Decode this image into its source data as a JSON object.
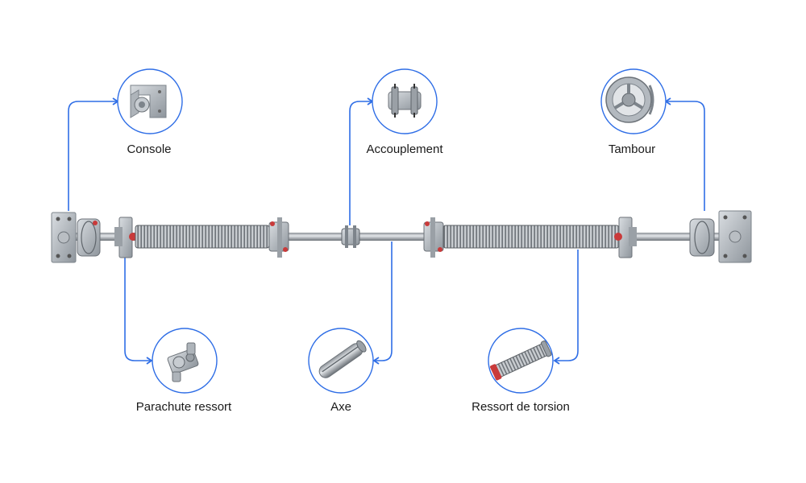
{
  "accent_color": "#2f6ee6",
  "components": [
    {
      "id": "console",
      "label": "Console",
      "icon": "bracket-plate-icon"
    },
    {
      "id": "accouplement",
      "label": "Accouplement",
      "icon": "coupling-icon"
    },
    {
      "id": "tambour",
      "label": "Tambour",
      "icon": "cable-drum-icon"
    },
    {
      "id": "parachute",
      "label": "Parachute ressort",
      "icon": "safety-clamp-icon"
    },
    {
      "id": "axe",
      "label": "Axe",
      "icon": "keyed-shaft-icon"
    },
    {
      "id": "ressort",
      "label": "Ressort de torsion",
      "icon": "torsion-spring-icon"
    }
  ]
}
